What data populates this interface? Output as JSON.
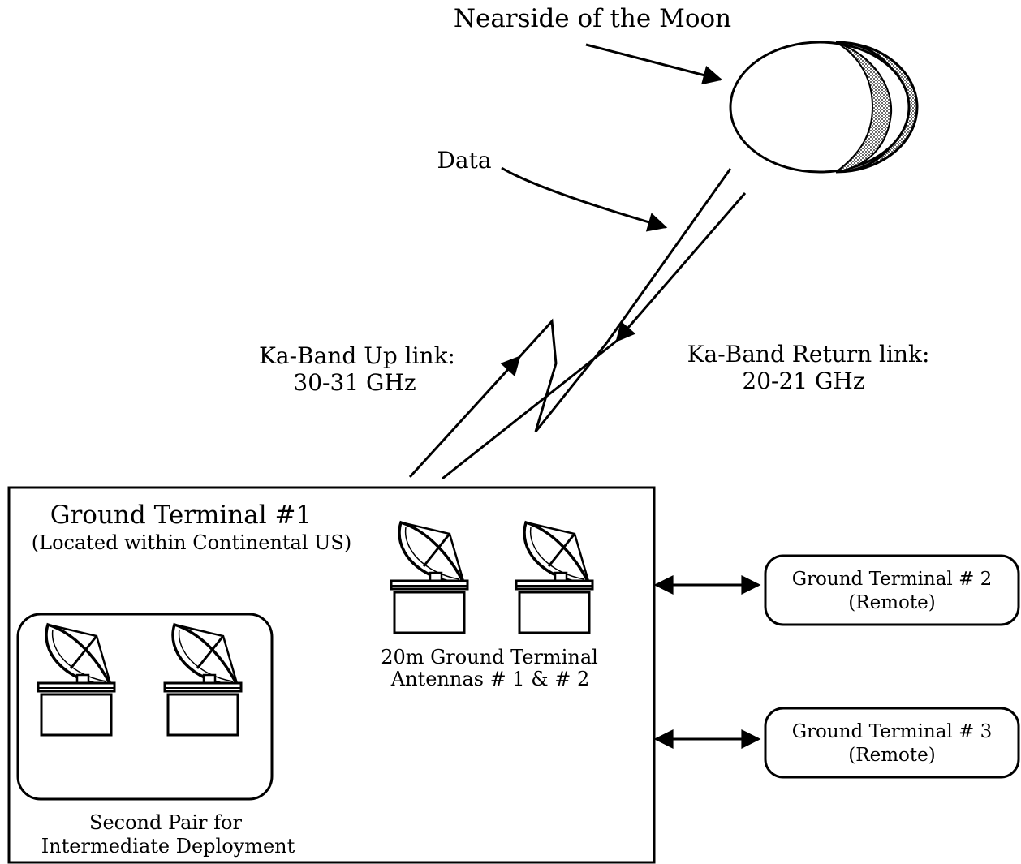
{
  "moon": {
    "label": "Nearside of the Moon"
  },
  "link": {
    "data_label": "Data",
    "uplink_title": "Ka-Band Up link:",
    "uplink_freq": "30-31 GHz",
    "return_title": "Ka-Band Return link:",
    "return_freq": "20-21 GHz"
  },
  "terminal1": {
    "title": "Ground Terminal #1",
    "subtitle": "(Located within Continental US)",
    "antennas_line1": "20m Ground Terminal",
    "antennas_line2": "Antennas # 1 & # 2",
    "second_pair_line1": "Second Pair for",
    "second_pair_line2": "Intermediate Deployment"
  },
  "terminal2": {
    "title": "Ground Terminal # 2",
    "subtitle": "(Remote)"
  },
  "terminal3": {
    "title": "Ground Terminal # 3",
    "subtitle": "(Remote)"
  },
  "icons": [
    "moon-icon",
    "antenna-icon",
    "lightning-link-icon",
    "arrow-icon"
  ],
  "colors": {
    "ink": "#000000",
    "moon_shadow": "#9a9a9a",
    "background": "#ffffff"
  }
}
